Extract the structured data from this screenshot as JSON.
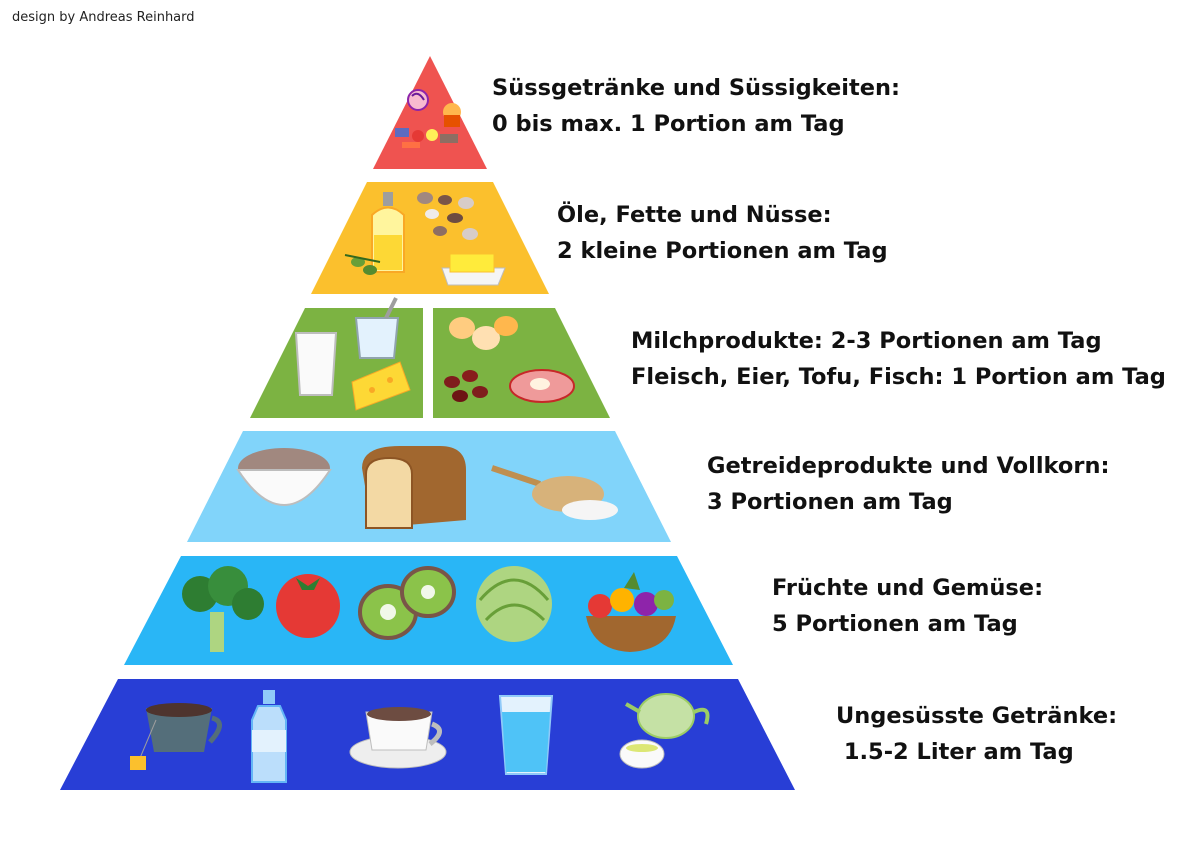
{
  "credit": "design by Andreas Reinhard",
  "levels": [
    {
      "color": "#ef5350",
      "line1": "Süssgetränke und Süssigkeiten:",
      "line2": "0 bis max. 1 Portion am Tag"
    },
    {
      "color": "#fbc02d",
      "line1": "Öle, Fette und Nüsse:",
      "line2": "2 kleine Portionen am Tag"
    },
    {
      "color": "#7cb342",
      "line1": "Milchprodukte: 2-3 Portionen am Tag",
      "line2": "Fleisch, Eier, Tofu, Fisch: 1 Portion am Tag"
    },
    {
      "color": "#81d4fa",
      "line1": "Getreideprodukte und Vollkorn:",
      "line2": "3 Portionen am Tag"
    },
    {
      "color": "#29b6f6",
      "line1": "Früchte und Gemüse:",
      "line2": "5 Portionen am Tag"
    },
    {
      "color": "#283ed6",
      "line1": "Ungesüsste Getränke:",
      "line2": " 1.5-2 Liter am Tag"
    }
  ],
  "icons": [
    [
      "candy-lollipop-icon",
      "candy-cupcake-icon",
      "candy-sweets-icon"
    ],
    [
      "olive-oil-bottle-icon",
      "olives-icon",
      "nuts-icon",
      "butter-icon"
    ],
    [
      "milk-glass-icon",
      "yogurt-cup-icon",
      "cheese-icon",
      "eggs-icon",
      "beans-icon",
      "steak-icon"
    ],
    [
      "grain-bowl-icon",
      "bread-loaf-icon",
      "rice-scoop-icon"
    ],
    [
      "broccoli-icon",
      "tomato-icon",
      "kiwi-icon",
      "cabbage-icon",
      "fruit-basket-icon"
    ],
    [
      "tea-cup-icon",
      "water-bottle-icon",
      "coffee-cup-icon",
      "water-glass-icon",
      "teapot-icon"
    ]
  ]
}
